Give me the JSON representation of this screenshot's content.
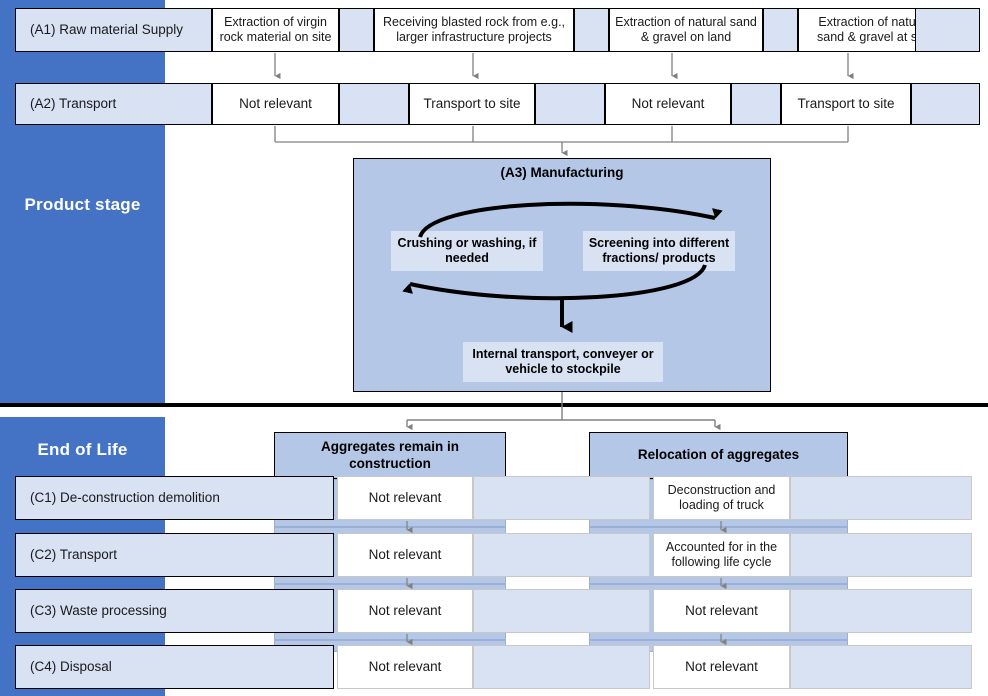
{
  "colors": {
    "accent": "#4472C4",
    "mid": "#B4C7E7",
    "light": "#D9E2F3",
    "white": "#FFFFFF",
    "outline": "#000000",
    "connector": "#808080"
  },
  "stages": {
    "product": "Product stage",
    "end_of_life": "End of Life"
  },
  "rows": {
    "a1": {
      "label": "(A1) Raw material Supply",
      "cells": [
        "Extraction of virgin rock material on site",
        "Receiving blasted rock from e.g., larger infrastructure projects",
        "Extraction of natural sand & gravel on land",
        "Extraction of natural sand & gravel at sea"
      ]
    },
    "a2": {
      "label": "(A2) Transport",
      "cells": [
        "Not relevant",
        "Transport to site",
        "Not relevant",
        "Transport to site"
      ]
    },
    "c1": {
      "label": "(C1) De-construction demolition",
      "remain": "Not relevant",
      "relocation": "Deconstruction and loading of truck"
    },
    "c2": {
      "label": "(C2) Transport",
      "remain": "Not relevant",
      "relocation": "Accounted for in the following life cycle"
    },
    "c3": {
      "label": "(C3) Waste processing",
      "remain": "Not relevant",
      "relocation": "Not relevant"
    },
    "c4": {
      "label": "(C4) Disposal",
      "remain": "Not relevant",
      "relocation": "Not relevant"
    }
  },
  "manufacturing": {
    "title": "(A3) Manufacturing",
    "left_box": "Crushing or washing, if needed",
    "right_box": "Screening into different fractions/ products",
    "bottom_box": "Internal transport, conveyer or vehicle to stockpile"
  },
  "eol_branches": {
    "remain": "Aggregates remain in construction",
    "relocation": "Relocation of aggregates"
  }
}
